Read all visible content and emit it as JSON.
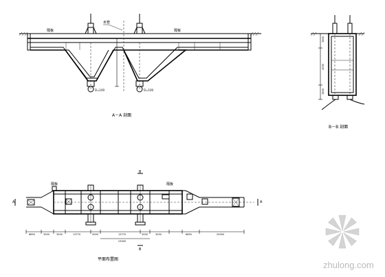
{
  "colors": {
    "line": "#000000",
    "background": "#ffffff",
    "watermark": "#bbbbbb"
  },
  "section_aa": {
    "title": "A－A 剖面",
    "label_left": "隔板",
    "label_right": "隔板",
    "label_callout": "水管",
    "dim_left": "D=100",
    "dim_right": "D=100"
  },
  "section_bb": {
    "title": "B－B 剖面",
    "dims": [
      "1900",
      "4000",
      "1900"
    ]
  },
  "plan": {
    "title": "平面布置图",
    "label_left": "隔板",
    "label_right": "隔板",
    "marker_a": "A",
    "marker_b": "B",
    "marker_a2": "A",
    "marker_b2": "B",
    "dims": [
      "6850",
      "3000",
      "3000",
      "13770",
      "3000",
      "13770",
      "3000",
      "3000",
      "6850",
      "20000"
    ],
    "dim_mid": "23000"
  },
  "watermark": {
    "text": "zhulong.com",
    "logo": "zhulong-flower-logo"
  }
}
